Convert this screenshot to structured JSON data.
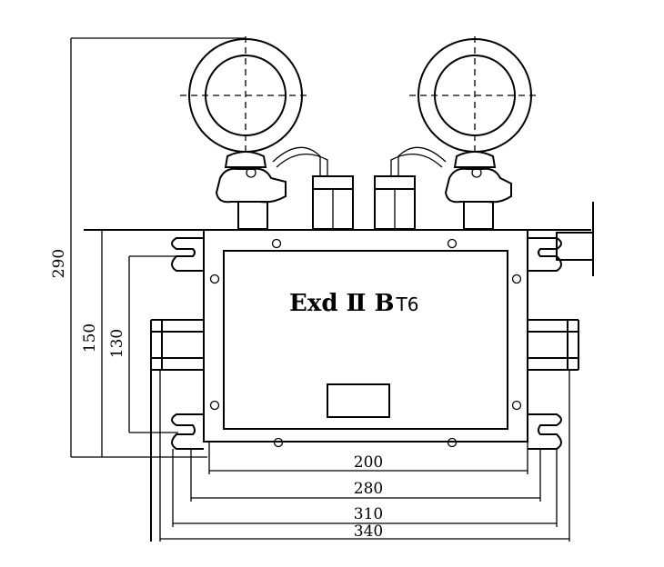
{
  "marking": {
    "main": "Exd Ⅱ B",
    "sub": "T6"
  },
  "dimensions": {
    "overall_height": "290",
    "box_height": "150",
    "box_inner_height": "130",
    "inner_width": "200",
    "box_width": "280",
    "mount_width": "310",
    "overall_width": "340"
  }
}
